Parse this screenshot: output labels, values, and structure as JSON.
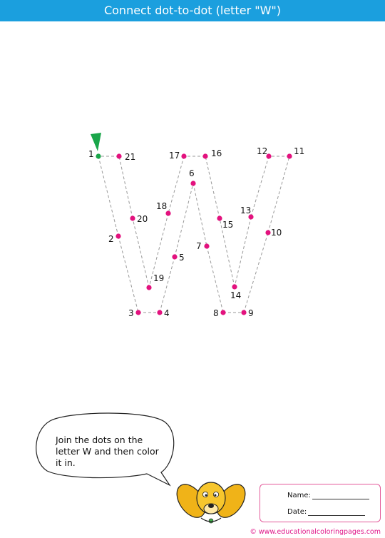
{
  "header": {
    "title": "Connect dot-to-dot (letter \"W\")"
  },
  "puzzle": {
    "colors": {
      "dot": "#e3127e",
      "start_dot": "#1aa64a",
      "arrow": "#1aa64a",
      "line": "#999999"
    },
    "dots": [
      {
        "n": "1",
        "start": true
      },
      {
        "n": "2"
      },
      {
        "n": "3"
      },
      {
        "n": "4"
      },
      {
        "n": "5"
      },
      {
        "n": "6"
      },
      {
        "n": "7"
      },
      {
        "n": "8"
      },
      {
        "n": "9"
      },
      {
        "n": "10"
      },
      {
        "n": "11"
      },
      {
        "n": "12"
      },
      {
        "n": "13"
      },
      {
        "n": "14"
      },
      {
        "n": "15"
      },
      {
        "n": "16"
      },
      {
        "n": "17"
      },
      {
        "n": "18"
      },
      {
        "n": "19"
      },
      {
        "n": "20"
      },
      {
        "n": "21"
      }
    ]
  },
  "bubble": {
    "text": "Join the dots on the letter W and then color it in."
  },
  "card": {
    "name_label": "Name:",
    "date_label": "Date:"
  },
  "footer": {
    "site": "© www.educationalcoloringpages.com"
  },
  "icons": [
    "paw-print-icon",
    "dog-character-icon",
    "start-arrow-icon"
  ]
}
